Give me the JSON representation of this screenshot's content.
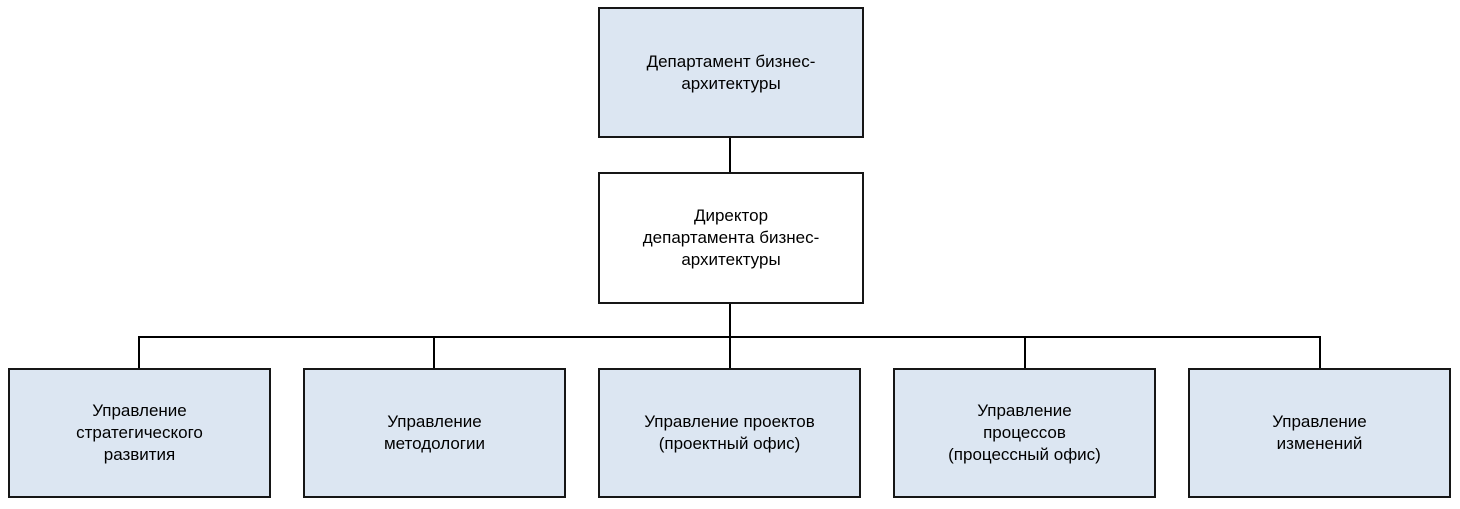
{
  "colors": {
    "node_fill": "#dce6f2",
    "director_fill": "#ffffff",
    "border": "#161616",
    "connector_line": "#000000",
    "text": "#000000",
    "background": "#ffffff"
  },
  "org_chart": {
    "root": {
      "label": "Департамент бизнес-\nархитектуры"
    },
    "director": {
      "label": "Директор\nдепартамента бизнес-\nархитектуры"
    },
    "departments": [
      {
        "label": "Управление\nстратегического\nразвития"
      },
      {
        "label": "Управление\nметодологии"
      },
      {
        "label": "Управление проектов\n(проектный офис)"
      },
      {
        "label": "Управление\nпроцессов\n(процессный офис)"
      },
      {
        "label": "Управление\nизменений"
      }
    ]
  }
}
